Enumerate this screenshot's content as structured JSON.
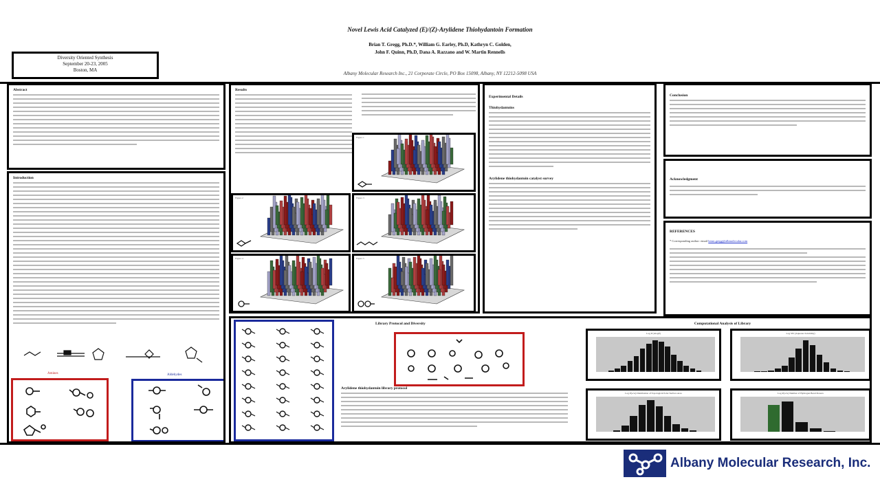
{
  "header": {
    "title": "Novel Lewis Acid Catalyzed (E)/(Z)-Arylidene Thiohydantoin Formation",
    "authors_line1": "Brian T. Gregg, Ph.D.*, William G. Earley, Ph.D, Kathryn C. Golden,",
    "authors_line2": "John F. Quinn, Ph.D, Dana A. Razzano and W. Martin Rennells",
    "affiliation": "Albany Molecular Research Inc., 21 Corporate Circle, PO Box 15098, Albany, NY  12212-5098 USA"
  },
  "conference": {
    "line1": "Diversity Oriented Synthesis",
    "line2": "September 20-23, 2005",
    "line3": "Boston, MA"
  },
  "sections": {
    "abstract": "Abstract",
    "introduction": "Introduction",
    "results": "Results",
    "experimental": "Experimental Details",
    "thiohydantoins": "Thiohydantoins",
    "arylidene_procedure": "Arylidene thiohydantoin catalyst survey",
    "conclusion": "Conclusion",
    "acknowledgment": "Acknowledgment",
    "references": "REFERENCES",
    "library": "Library Protocol and Diversity",
    "library_procedure": "Arylidene thiohydantoin library protocol",
    "computational": "Computational Analysis of Library"
  },
  "labels": {
    "amines": "Amines",
    "aldehydes": "Aldehydes",
    "figure1": "Figure 1",
    "figure2": "Figure 2",
    "figure3": "Figure 3",
    "figure4": "Figure 4",
    "figure5": "Figure 5",
    "figure6": "Figure 6"
  },
  "references": {
    "corresponding": "* Corresponding author: email",
    "email": "brian.gregg@albmolecular.com"
  },
  "logo": {
    "text": "Albany Molecular Research, Inc."
  },
  "charts": [
    {
      "title": "Log P (AlogP)",
      "values": [
        0.05,
        0.1,
        0.2,
        0.35,
        0.5,
        0.75,
        0.9,
        1.0,
        0.95,
        0.8,
        0.55,
        0.35,
        0.2,
        0.1,
        0.05
      ]
    },
    {
      "title": "Log SW (Aqueous Solubility)",
      "values": [
        0.02,
        0.03,
        0.05,
        0.1,
        0.2,
        0.45,
        0.75,
        1.0,
        0.85,
        0.55,
        0.3,
        0.12,
        0.05,
        0.02
      ]
    },
    {
      "title": "Log P(o/w) Distribution of Topological Polar Surface Area",
      "values": [
        0.05,
        0.2,
        0.5,
        0.85,
        1.0,
        0.8,
        0.5,
        0.25,
        0.1,
        0.04
      ]
    },
    {
      "title": "Log P(o/w) Number of Hydrogen Bond Donors",
      "values": [
        0.85,
        0.95,
        0.3,
        0.1,
        0.03
      ]
    }
  ],
  "colors": {
    "red": "#c21c1c",
    "blue": "#1a2a9c",
    "logo": "#1a2d7a"
  }
}
